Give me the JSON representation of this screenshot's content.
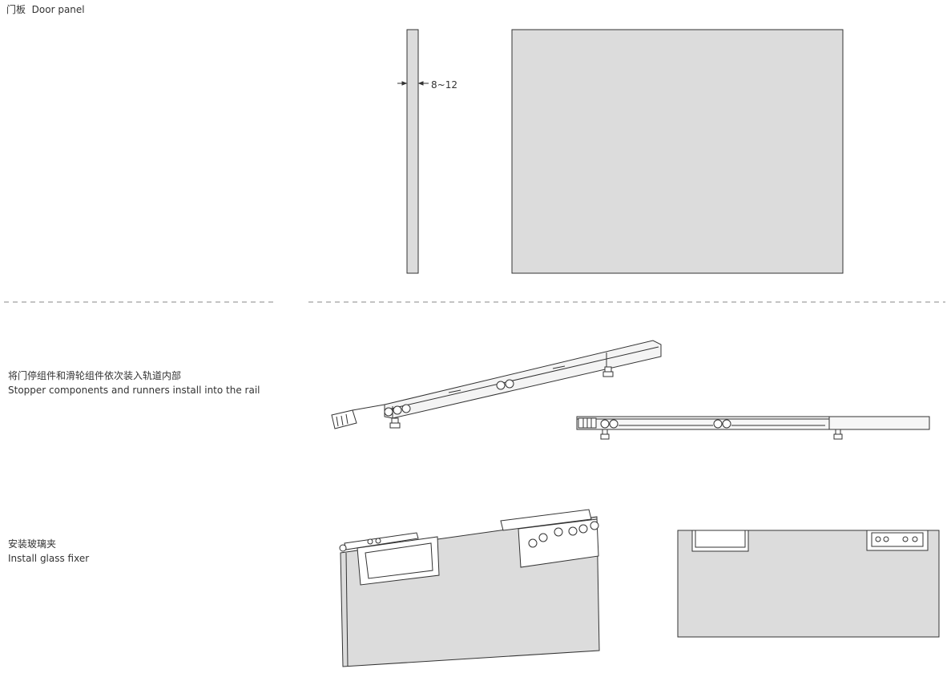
{
  "section_door_panel": {
    "title_cn": "门板",
    "title_en": "Door panel",
    "thickness_label": "8~12"
  },
  "section_stopper": {
    "caption_cn": "将门停组件和滑轮组件依次装入轨道内部",
    "caption_en": "Stopper components and runners install into the rail"
  },
  "section_glass_fixer": {
    "caption_cn": "安装玻璃夹",
    "caption_en": "Install glass fixer"
  },
  "colors": {
    "panel_fill": "#dcdcdc",
    "line": "#333333",
    "divider": "#888888"
  }
}
